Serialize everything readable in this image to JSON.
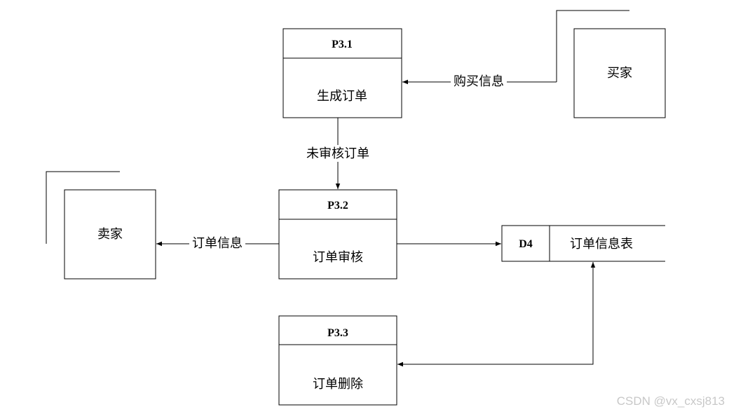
{
  "processes": {
    "p31": {
      "id": "P3.1",
      "name": "生成订单"
    },
    "p32": {
      "id": "P3.2",
      "name": "订单审核"
    },
    "p33": {
      "id": "P3.3",
      "name": "订单删除"
    }
  },
  "entities": {
    "buyer": "买家",
    "seller": "卖家"
  },
  "datastore": {
    "id": "D4",
    "name": "订单信息表"
  },
  "flows": {
    "purchase_info": "购买信息",
    "unreviewed_order": "未审核订单",
    "order_info": "订单信息"
  },
  "watermark": "CSDN @vx_cxsj813"
}
